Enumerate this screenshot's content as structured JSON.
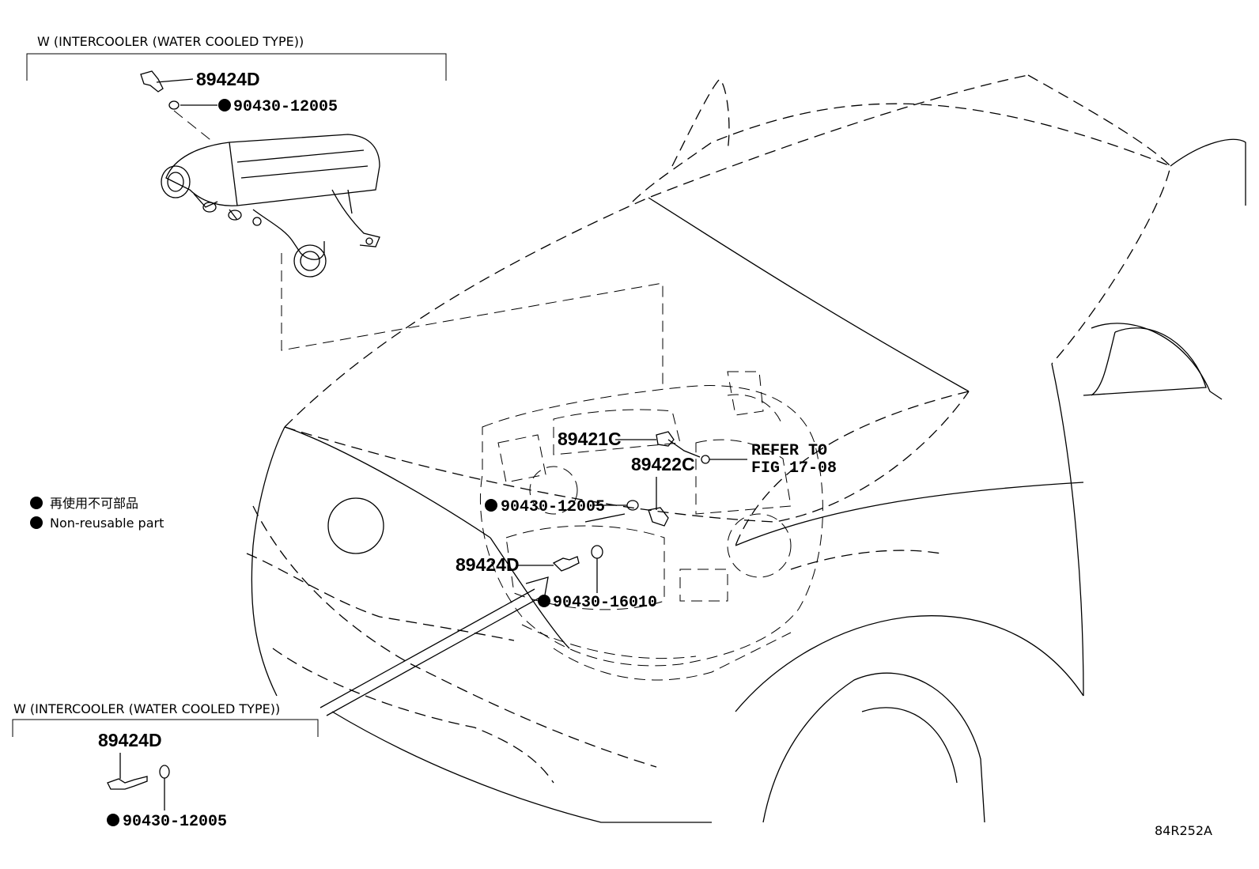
{
  "conditions": {
    "top": "W (INTERCOOLER (WATER COOLED TYPE))",
    "bottom": "W (INTERCOOLER (WATER COOLED TYPE))"
  },
  "legend": {
    "japanese": "再使用不可部品",
    "english": "Non-reusable part"
  },
  "parts": {
    "top_sensor": "89424D",
    "top_gasket": "90430-12005",
    "sensor_89421c": "89421C",
    "sensor_89422c": "89422C",
    "gasket_mid": "90430-12005",
    "sensor_mid": "89424D",
    "gasket_16010": "90430-16010",
    "bottom_sensor": "89424D",
    "bottom_gasket": "90430-12005"
  },
  "refer": {
    "line1": "REFER TO",
    "line2": "FIG 17-08"
  },
  "figure_id": "84R252A"
}
